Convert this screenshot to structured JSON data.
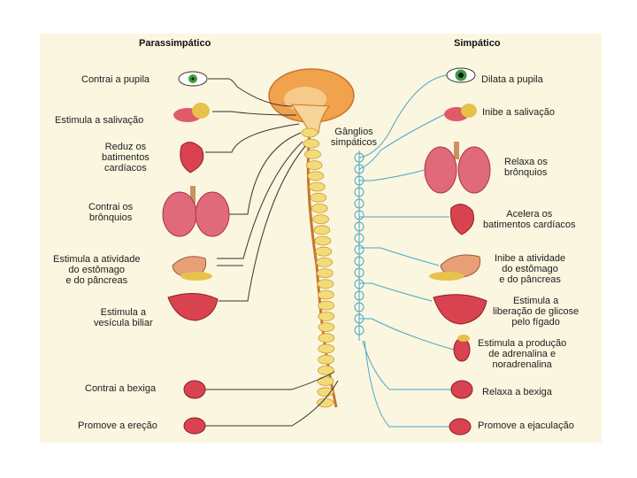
{
  "headings": {
    "parasympathetic": "Parassimpático",
    "sympathetic": "Simpático",
    "ganglia": "Gânglios\nsimpáticos"
  },
  "parasympathetic_labels": [
    "Contrai a pupila",
    "Estimula a salivação",
    "Reduz os\nbatimentos\ncardíacos",
    "Contrai os\nbrônquios",
    "Estimula a atividade\ndo estômago\ne do pâncreas",
    "Estimula a\nvesícula biliar",
    "Contrai a bexiga",
    "Promove a ereção"
  ],
  "sympathetic_labels": [
    "Dilata a pupila",
    "Inibe a salivação",
    "Relaxa os\nbrônquios",
    "Acelera os\nbatimentos cardíacos",
    "Inibe a atividade\ndo estômago\ne do pâncreas",
    "Estimula a\nliberação de glicose\npelo fígado",
    "Estimula a produção\nde adrenalina e\nnoradrenalina",
    "Relaxa a bexiga",
    "Promove a ejaculação"
  ],
  "colors": {
    "parasympathetic_nerve": "#333333",
    "sympathetic_nerve": "#4aa6c8",
    "organ_red": "#d9434f",
    "spine_yellow": "#f3dc78",
    "brain_orange": "#f0a24d",
    "background": "#fbf6e0"
  }
}
